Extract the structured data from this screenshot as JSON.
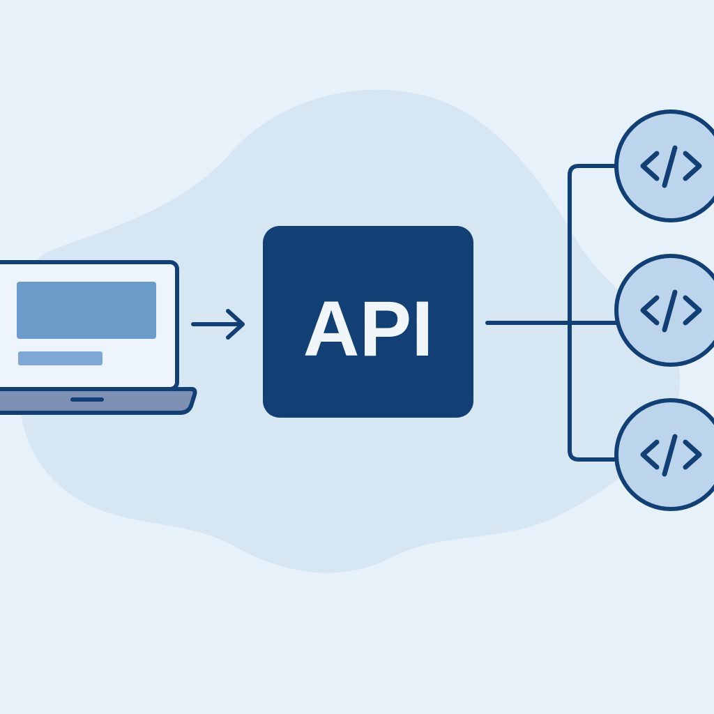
{
  "diagram": {
    "api_label": "API",
    "endpoint_glyph": "</>",
    "nodes": [
      {
        "name": "client-laptop",
        "icon": "laptop-icon"
      },
      {
        "name": "api-box",
        "label_ref": "api_label"
      },
      {
        "name": "endpoints",
        "icon": "code-icon",
        "count": 3
      }
    ],
    "flows": [
      {
        "from": "client-laptop",
        "to": "api-box",
        "style": "arrow"
      },
      {
        "from": "api-box",
        "to": "endpoints",
        "style": "branch"
      }
    ]
  },
  "colors": {
    "background": "#e7f1fa",
    "blob": "#d7e6f3",
    "navy": "#123f74",
    "api_text": "#f1f6fb",
    "laptop_screen": "#eef4fb",
    "laptop_block": "#6b9bc9",
    "laptop_bar": "#7ea8d3",
    "laptop_base": "#7e90b3",
    "circle_fill": "#bcd5ec"
  }
}
